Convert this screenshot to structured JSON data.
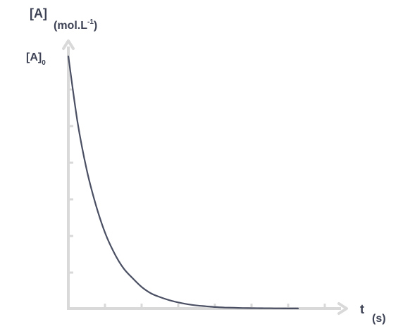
{
  "chart_data": {
    "type": "line",
    "ylabel": "[A]",
    "yunit": "(mol.L-1)",
    "yunit_base": "(mol.L",
    "yunit_sup": "-1",
    "yunit_close": ")",
    "xlabel": "t",
    "xunit": "(s)",
    "ytick_label": "[A]0",
    "ytick_label_base": "[A]",
    "ytick_label_sub": "0",
    "grid": false,
    "series": [
      {
        "color": "#4a4f63",
        "x": [
          0,
          0.25,
          0.5,
          0.75,
          1,
          1.25,
          1.5,
          1.75,
          2,
          2.25,
          2.5,
          2.75,
          3,
          3.25,
          3.5,
          3.75,
          4,
          4.25,
          4.5,
          4.75,
          5,
          5.25,
          5.5,
          5.75,
          6,
          6.25
        ],
        "y": [
          1.0,
          0.74,
          0.55,
          0.41,
          0.3,
          0.22,
          0.16,
          0.12,
          0.085,
          0.06,
          0.045,
          0.033,
          0.024,
          0.017,
          0.012,
          0.009,
          0.006,
          0.004,
          0.003,
          0.002,
          0.0015,
          0.001,
          0.0007,
          0.0005,
          0.0003,
          0.0002
        ]
      }
    ],
    "axis_color": "#d9d9d9"
  }
}
